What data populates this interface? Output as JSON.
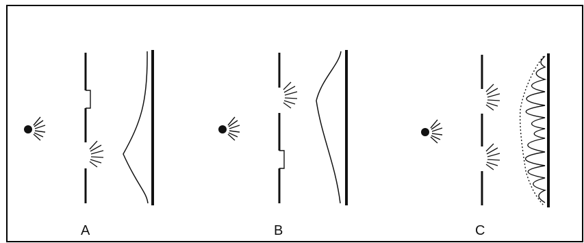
{
  "figure": {
    "panels": [
      {
        "id": "A",
        "label": "A",
        "open_slits": [
          "lower"
        ],
        "pattern": "single-peak-lower"
      },
      {
        "id": "B",
        "label": "B",
        "open_slits": [
          "upper"
        ],
        "pattern": "single-peak-upper"
      },
      {
        "id": "C",
        "label": "C",
        "open_slits": [
          "upper",
          "lower"
        ],
        "pattern": "interference-fringes"
      }
    ]
  },
  "colors": {
    "ink": "#111111",
    "background": "#ffffff",
    "frame": "#000000"
  }
}
